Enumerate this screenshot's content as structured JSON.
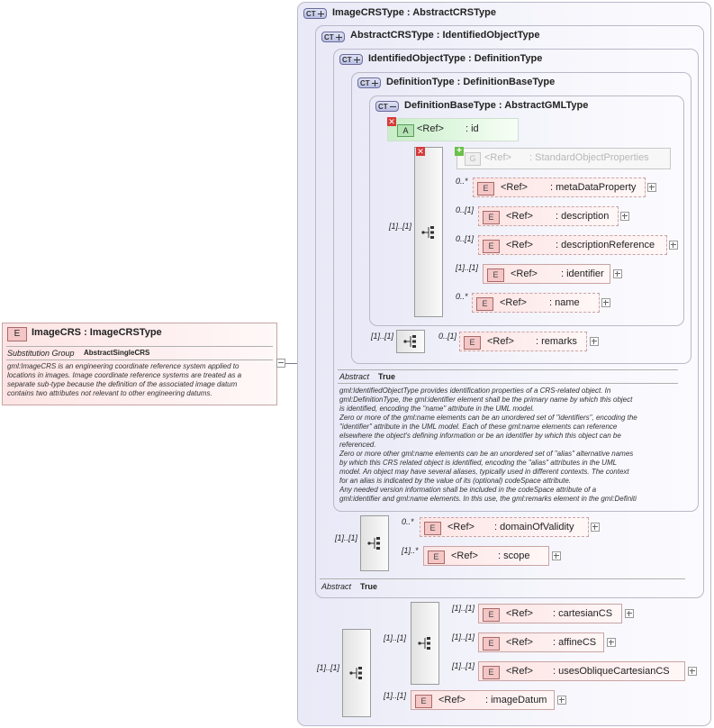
{
  "root": {
    "badge": "E",
    "title": "ImageCRS : ImageCRSType",
    "subst_label": "Substitution Group",
    "subst_value": "AbstractSingleCRS",
    "doc": "gml:ImageCRS is an engineering coordinate reference system applied to\nlocations in images. Image coordinate reference systems are treated as a\nseparate sub-type because the definition of the associated image datum\ncontains two attributes not relevant to other engineering datums."
  },
  "types": {
    "image_crs_type": "ImageCRSType : AbstractCRSType",
    "abstract_crs_type": "AbstractCRSType : IdentifiedObjectType",
    "identified_object_type": "IdentifiedObjectType : DefinitionType",
    "definition_type": "DefinitionType : DefinitionBaseType",
    "definition_base_type": "DefinitionBaseType : AbstractGMLType",
    "badge": "CT"
  },
  "attr_id": {
    "badge": "A",
    "ref": "<Ref>",
    "name": ": id"
  },
  "group": {
    "badge": "G",
    "ref": "<Ref>",
    "name": ": StandardObjectProperties"
  },
  "elements": {
    "metaDataProperty": {
      "card": "0..*",
      "ref": "<Ref>",
      "name": ": metaDataProperty"
    },
    "description": {
      "card": "0..[1]",
      "ref": "<Ref>",
      "name": ": description"
    },
    "descriptionReference": {
      "card": "0..[1]",
      "ref": "<Ref>",
      "name": ": descriptionReference"
    },
    "identifier": {
      "card": "[1]..[1]",
      "ref": "<Ref>",
      "name": ": identifier"
    },
    "name": {
      "card": "0..*",
      "ref": "<Ref>",
      "name": ": name"
    },
    "remarks": {
      "card": "0..[1]",
      "ref": "<Ref>",
      "name": ": remarks"
    },
    "domainOfValidity": {
      "card": "0..*",
      "ref": "<Ref>",
      "name": ": domainOfValidity"
    },
    "scope": {
      "card": "[1]..*",
      "ref": "<Ref>",
      "name": ": scope"
    },
    "cartesianCS": {
      "card": "[1]..[1]",
      "ref": "<Ref>",
      "name": ": cartesianCS"
    },
    "affineCS": {
      "card": "[1]..[1]",
      "ref": "<Ref>",
      "name": ": affineCS"
    },
    "usesObliqueCartesianCS": {
      "card": "[1]..[1]",
      "ref": "<Ref>",
      "name": ": usesObliqueCartesianCS"
    },
    "imageDatum": {
      "card": "[1]..[1]",
      "ref": "<Ref>",
      "name": ": imageDatum"
    }
  },
  "seq_cards": {
    "inner_seq": "[1]..[1]",
    "remarks_seq": "[1]..[1]",
    "crs_seq": "[1]..[1]",
    "image_seq": "[1]..[1]",
    "cs_choice": "[1]..[1]"
  },
  "abstract_label": "Abstract",
  "abstract_value": "True",
  "identified_doc": "gml:IdentifiedObjectType provides identification properties of a CRS-related object. In\ngml:DefinitionType, the gml:identifier element shall be the primary name by which this object\nis identified, encoding the \"name\" attribute in the UML model.\nZero or more of the gml:name elements can be an unordered set of \"identifiers\", encoding the\n\"identifier\" attribute in the UML model. Each of these gml:name elements can reference\nelsewhere the object's defining information or be an identifier by which this object can be\nreferenced.\nZero or more other gml:name elements can be an unordered set of \"alias\" alternative names\nby which this CRS related object is identified, encoding the \"alias\" attributes in the UML\nmodel. An object may have several aliases, typically used in different contexts. The context\nfor an alias is indicated by the value of its (optional) codeSpace attribute.\nAny needed version information shall be included in the codeSpace attribute of a\ngml:identifier and gml:name elements. In this use, the gml:remarks element in the gml:Definiti"
}
